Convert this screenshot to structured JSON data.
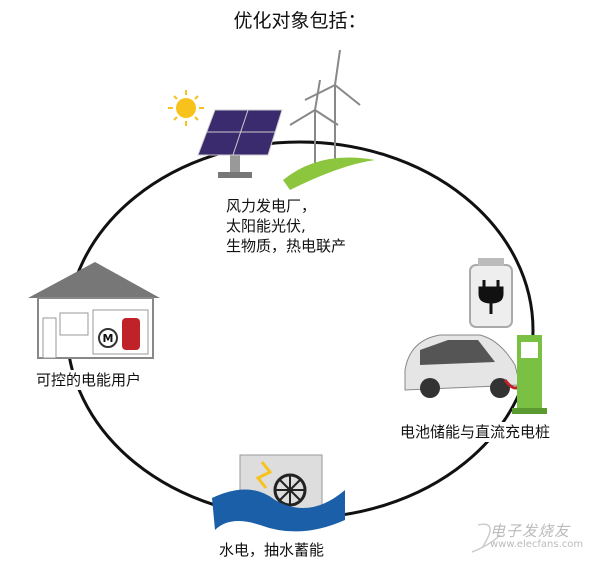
{
  "title": "优化对象包括：",
  "nodes": {
    "generation": [
      "风力发电厂，",
      "太阳能光伏,",
      "生物质，热电联产"
    ],
    "storage": "电池储能与直流充电桩",
    "hydro": "水电，抽水蓄能",
    "consumer": "可控的电能用户"
  },
  "watermark": {
    "name": "电子发烧友",
    "url": "www.elecfans.com"
  },
  "motor_label": "M",
  "colors": {
    "solar": "#3a2a6e",
    "grass": "#8cc63f",
    "charger": "#7ac143",
    "water": "#1a5fa8",
    "sun": "#f7c21b",
    "battery_red": "#c0222a"
  }
}
